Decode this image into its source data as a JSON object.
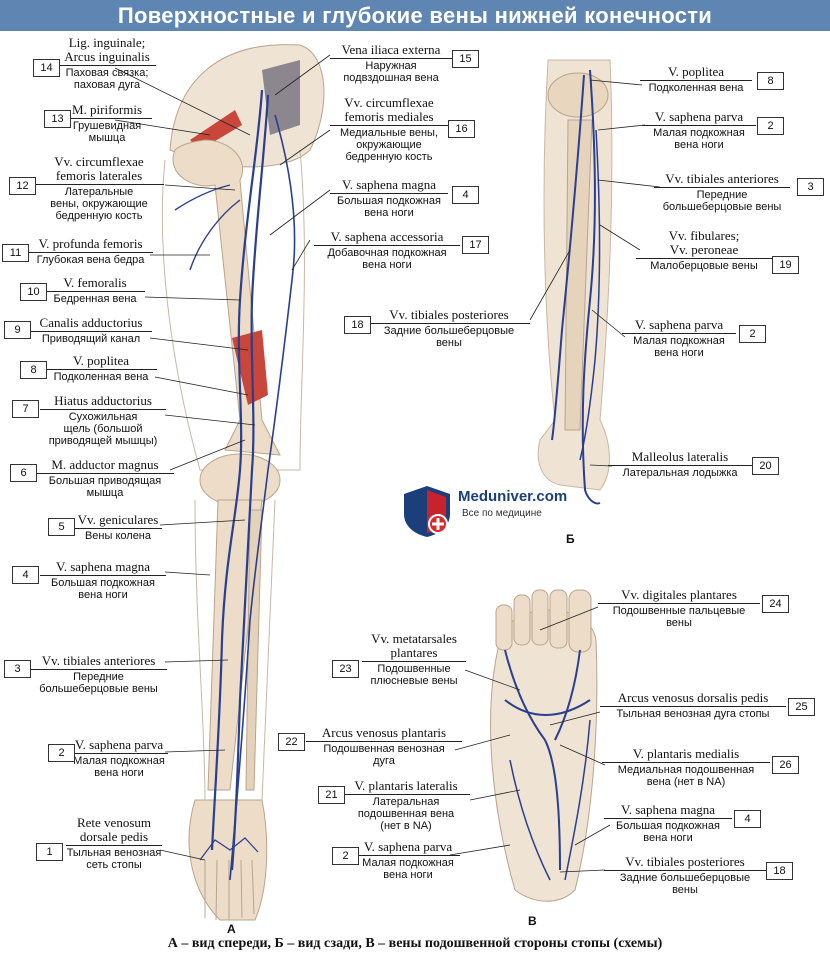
{
  "title": "Поверхностные и глубокие вены нижней конечности",
  "caption": "А – вид спереди, Б – вид сзади, В – вены подошвенной стороны стопы (схемы)",
  "view_letters": {
    "a": "А",
    "b": "Б",
    "c": "В"
  },
  "logo": {
    "brand": "Meduniver.com",
    "tagline": "Все по медицине"
  },
  "colors": {
    "title_bar": "#5f86b3",
    "vein": "#2a3f8f",
    "bone": "#ecdcc8",
    "muscle": "#c8463a"
  },
  "labels": [
    {
      "id": "l14",
      "num": "14",
      "lat": [
        "Lig. inguinale;",
        "Arcus inguinalis"
      ],
      "ru": [
        "Паховая связка;",
        "паховая дуга"
      ]
    },
    {
      "id": "l13",
      "num": "13",
      "lat": [
        "M. piriformis"
      ],
      "ru": [
        "Грушевидная",
        "мышца"
      ]
    },
    {
      "id": "l12",
      "num": "12",
      "lat": [
        "Vv. circumflexae",
        "femoris laterales"
      ],
      "ru": [
        "Латеральные",
        "вены, окружающие",
        "бедренную кость"
      ]
    },
    {
      "id": "l11",
      "num": "11",
      "lat": [
        "V. profunda femoris"
      ],
      "ru": [
        "Глубокая вена бедра"
      ]
    },
    {
      "id": "l10",
      "num": "10",
      "lat": [
        "V. femoralis"
      ],
      "ru": [
        "Бедренная вена"
      ]
    },
    {
      "id": "l9",
      "num": "9",
      "lat": [
        "Canalis adductorius"
      ],
      "ru": [
        "Приводящий канал"
      ]
    },
    {
      "id": "l8a",
      "num": "8",
      "lat": [
        "V. poplitea"
      ],
      "ru": [
        "Подколенная вена"
      ]
    },
    {
      "id": "l7",
      "num": "7",
      "lat": [
        "Hiatus adductorius"
      ],
      "ru": [
        "Сухожильная",
        "щель (большой",
        "приводящей мышцы)"
      ]
    },
    {
      "id": "l6",
      "num": "6",
      "lat": [
        "M. adductor magnus"
      ],
      "ru": [
        "Большая приводящая",
        "мышца"
      ]
    },
    {
      "id": "l5",
      "num": "5",
      "lat": [
        "Vv. geniculares"
      ],
      "ru": [
        "Вены колена"
      ]
    },
    {
      "id": "l4a",
      "num": "4",
      "lat": [
        "V. saphena magna"
      ],
      "ru": [
        "Большая подкожная",
        "вена ноги"
      ]
    },
    {
      "id": "l3a",
      "num": "3",
      "lat": [
        "Vv. tibiales anteriores"
      ],
      "ru": [
        "Передние",
        "большеберцовые вены"
      ]
    },
    {
      "id": "l2a",
      "num": "2",
      "lat": [
        "V. saphena parva"
      ],
      "ru": [
        "Малая подкожная",
        "вена ноги"
      ]
    },
    {
      "id": "l1",
      "num": "1",
      "lat": [
        "Rete venosum",
        "dorsale pedis"
      ],
      "ru": [
        "Тыльная венозная",
        "сеть стопы"
      ]
    },
    {
      "id": "l15",
      "num": "15",
      "lat": [
        "Vena iliaca externa"
      ],
      "ru": [
        "Наружная",
        "подвздошная вена"
      ]
    },
    {
      "id": "l16",
      "num": "16",
      "lat": [
        "Vv. circumflexae",
        "femoris mediales"
      ],
      "ru": [
        "Медиальные вены,",
        "окружающие",
        "бедренную кость"
      ]
    },
    {
      "id": "l4b",
      "num": "4",
      "lat": [
        "V. saphena magna"
      ],
      "ru": [
        "Большая подкожная",
        "вена ноги"
      ]
    },
    {
      "id": "l17",
      "num": "17",
      "lat": [
        "V. saphena accessoria"
      ],
      "ru": [
        "Добавочная подкожная",
        "вена ноги"
      ]
    },
    {
      "id": "l8b",
      "num": "8",
      "lat": [
        "V. poplitea"
      ],
      "ru": [
        "Подколенная вена"
      ]
    },
    {
      "id": "l2b",
      "num": "2",
      "lat": [
        "V. saphena parva"
      ],
      "ru": [
        "Малая подкожная",
        "вена ноги"
      ]
    },
    {
      "id": "l3b",
      "num": "3",
      "lat": [
        "Vv. tibiales anteriores"
      ],
      "ru": [
        "Передние",
        "большеберцовые вены"
      ]
    },
    {
      "id": "l19",
      "num": "19",
      "lat": [
        "Vv. fibulares;",
        "Vv. peroneae"
      ],
      "ru": [
        "Малоберцовые вены"
      ]
    },
    {
      "id": "l18a",
      "num": "18",
      "lat": [
        "Vv. tibiales posteriores"
      ],
      "ru": [
        "Задние большеберцовые",
        "вены"
      ]
    },
    {
      "id": "l2c",
      "num": "2",
      "lat": [
        "V. saphena parva"
      ],
      "ru": [
        "Малая подкожная",
        "вена ноги"
      ]
    },
    {
      "id": "l20",
      "num": "20",
      "lat": [
        "Malleolus lateralis"
      ],
      "ru": [
        "Латеральная лодыжка"
      ]
    },
    {
      "id": "l24",
      "num": "24",
      "lat": [
        "Vv. digitales plantares"
      ],
      "ru": [
        "Подошвенные пальцевые",
        "вены"
      ]
    },
    {
      "id": "l23",
      "num": "23",
      "lat": [
        "Vv. metatarsales",
        "plantares"
      ],
      "ru": [
        "Подошвенные",
        "плюсневые вены"
      ]
    },
    {
      "id": "l25",
      "num": "25",
      "lat": [
        "Arcus venosus dorsalis pedis"
      ],
      "ru": [
        "Тыльная венозная дуга стопы"
      ]
    },
    {
      "id": "l22",
      "num": "22",
      "lat": [
        "Arcus venosus plantaris"
      ],
      "ru": [
        "Подошвенная венозная",
        "дуга"
      ]
    },
    {
      "id": "l26",
      "num": "26",
      "lat": [
        "V. plantaris medialis"
      ],
      "ru": [
        "Медиальная подошвенная",
        "вена (нет в NA)"
      ]
    },
    {
      "id": "l21",
      "num": "21",
      "lat": [
        "V. plantaris lateralis"
      ],
      "ru": [
        "Латеральная",
        "подошвенная вена",
        "(нет в NA)"
      ]
    },
    {
      "id": "l4c",
      "num": "4",
      "lat": [
        "V. saphena magna"
      ],
      "ru": [
        "Большая подкожная",
        "вена ноги"
      ]
    },
    {
      "id": "l2d",
      "num": "2",
      "lat": [
        "V. saphena parva"
      ],
      "ru": [
        "Малая подкожная",
        "вена ноги"
      ]
    },
    {
      "id": "l18b",
      "num": "18",
      "lat": [
        "Vv. tibiales posteriores"
      ],
      "ru": [
        "Задние большеберцовые",
        "вены"
      ]
    }
  ]
}
